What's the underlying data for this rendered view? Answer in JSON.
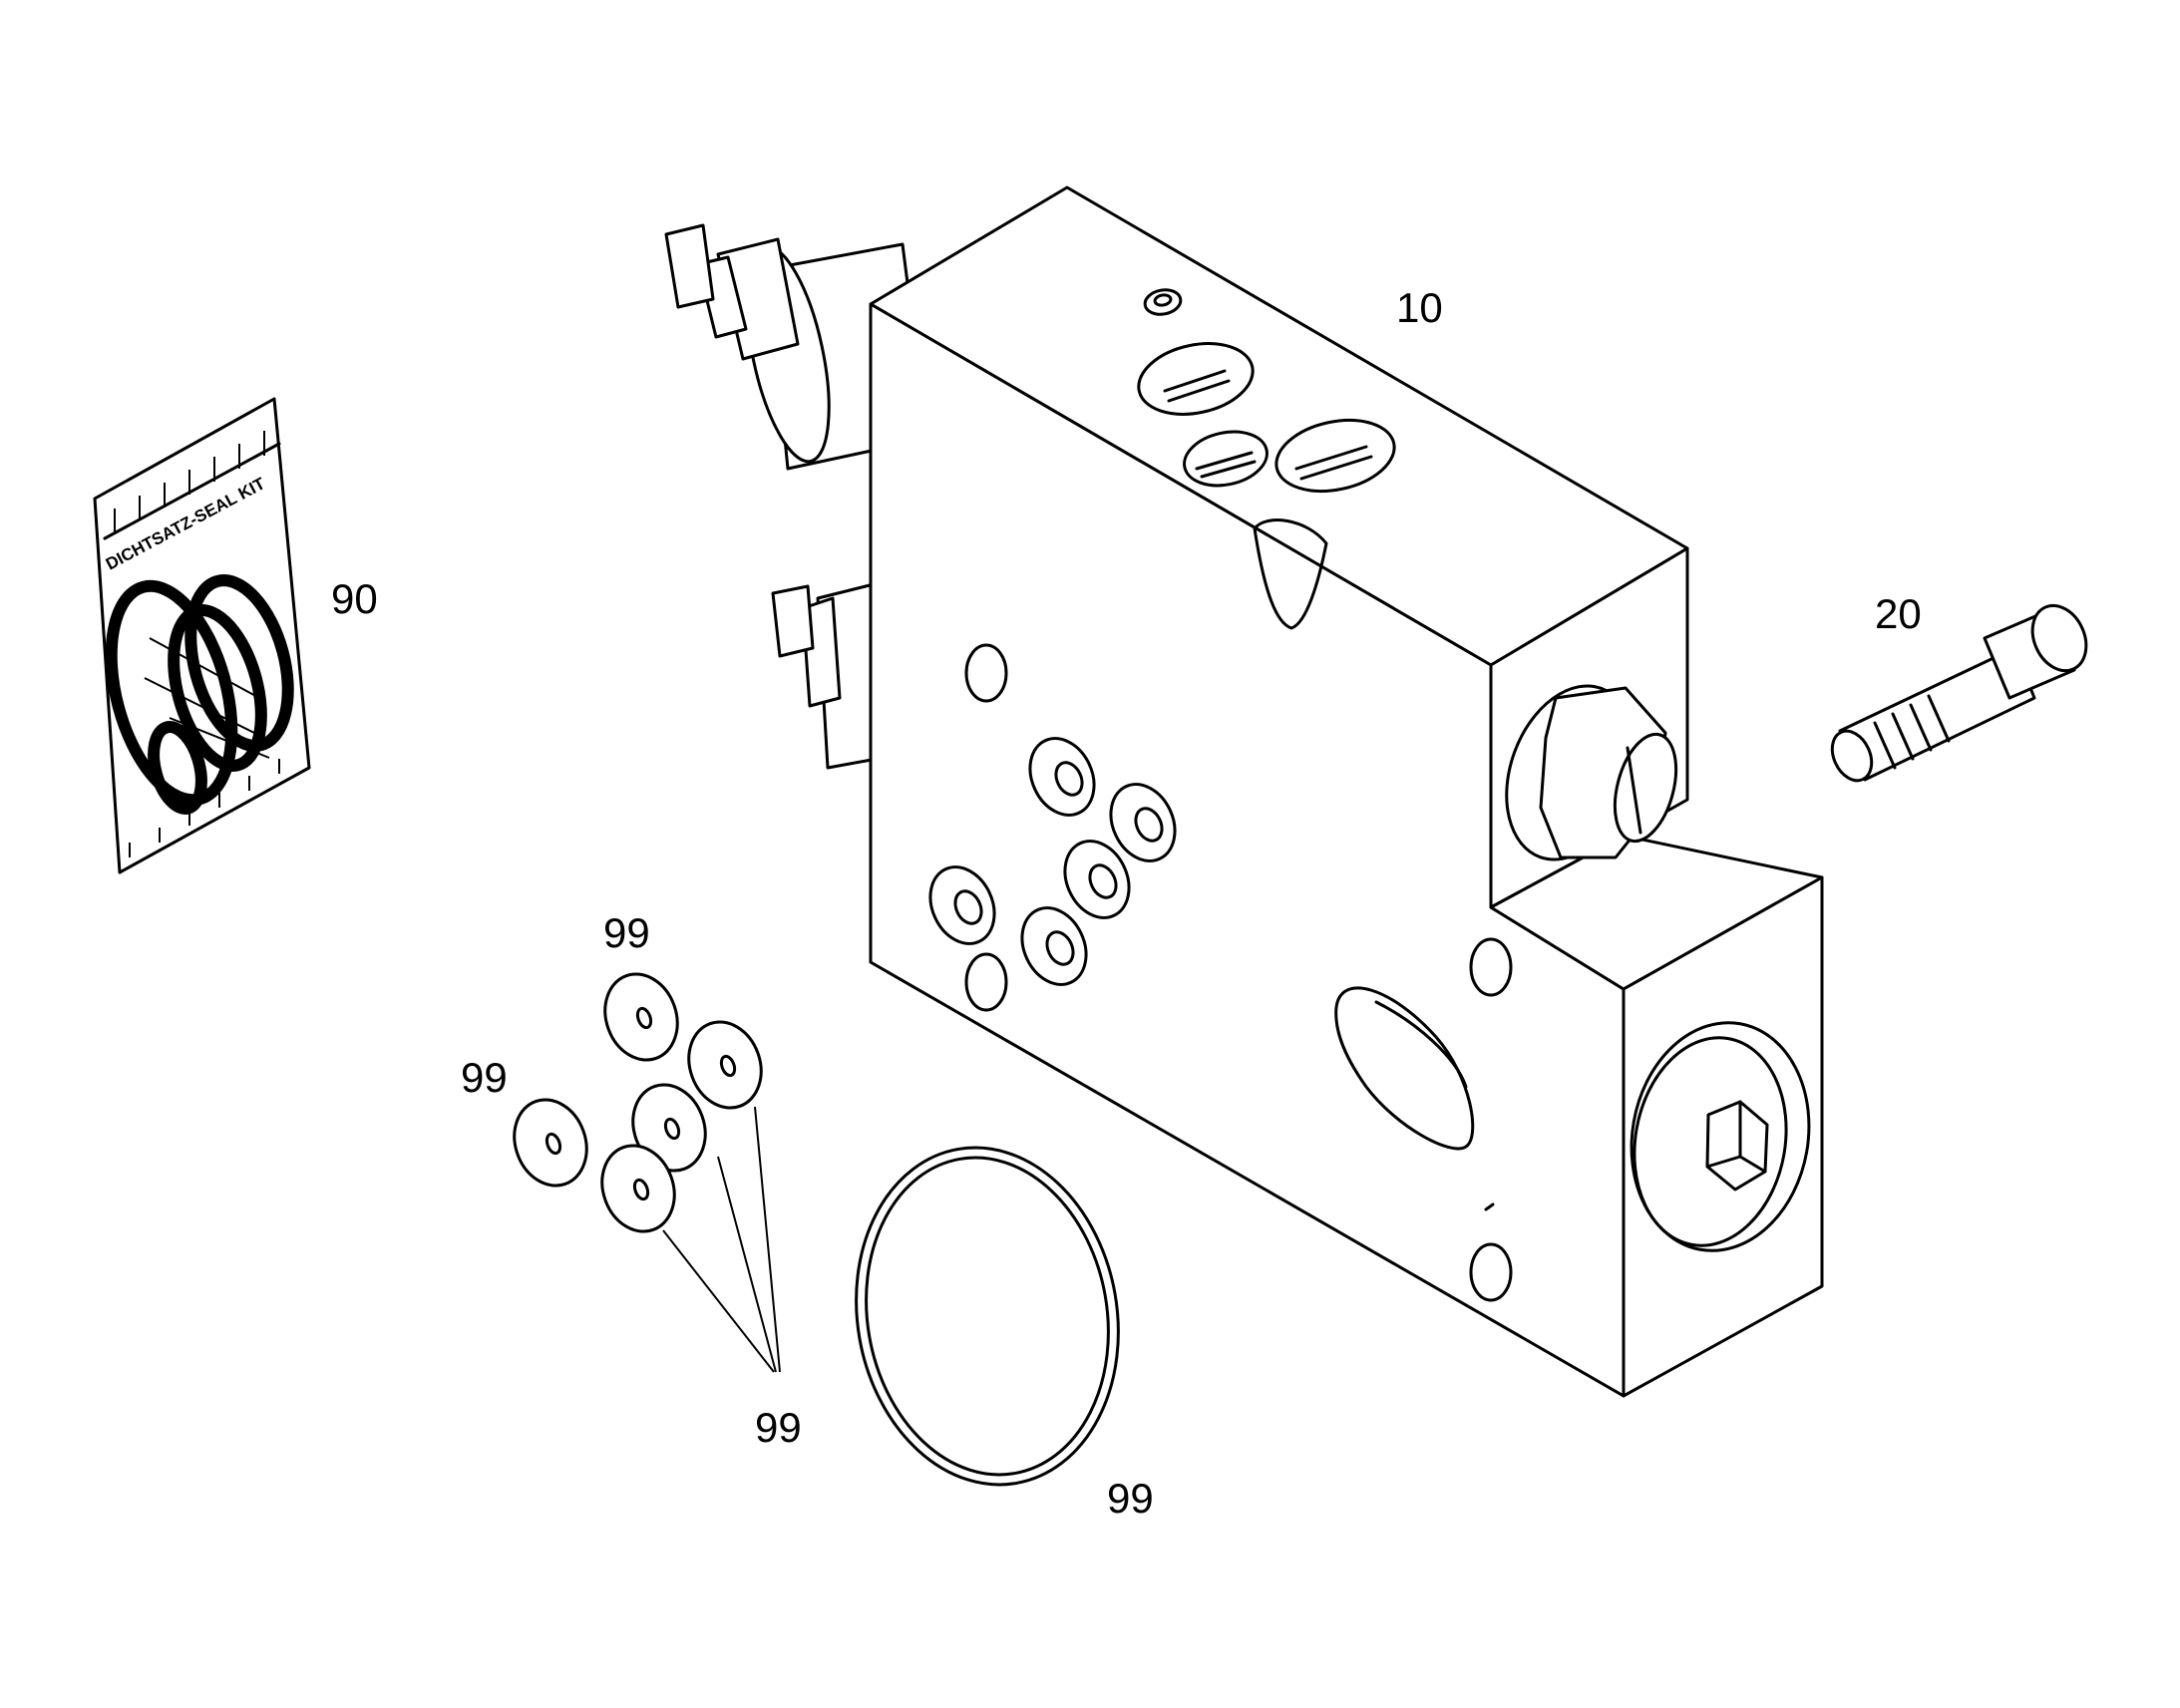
{
  "callouts": {
    "manifold_block": "10",
    "screw": "20",
    "seal_kit": "90",
    "washer_top": "99",
    "washer_left": "99",
    "washer_group": "99",
    "large_o_ring": "99"
  },
  "seal_kit_bag": {
    "text": "DICHTSATZ-SEAL KIT"
  }
}
